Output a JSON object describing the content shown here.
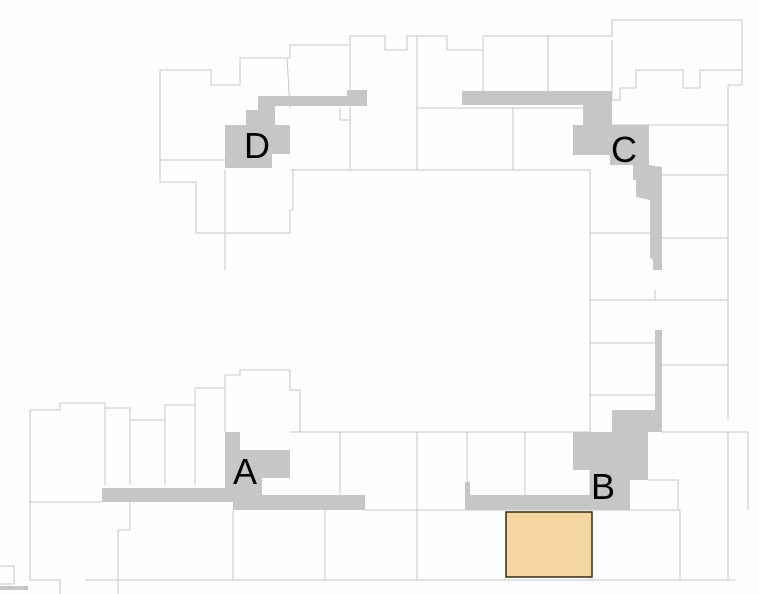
{
  "diagram": {
    "type": "floor-plan",
    "zones": [
      {
        "id": "A",
        "label": "A"
      },
      {
        "id": "B",
        "label": "B"
      },
      {
        "id": "C",
        "label": "C"
      },
      {
        "id": "D",
        "label": "D"
      }
    ],
    "colors": {
      "corridor": "#c6c6c6",
      "highlight_unit": "#f5d5a0",
      "room_outline": "#c8c8c8"
    }
  }
}
